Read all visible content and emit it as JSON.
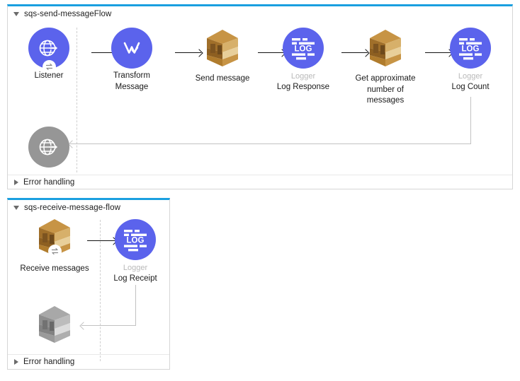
{
  "flows": [
    {
      "id": "sqs-send-messageFlow",
      "title": "sqs-send-messageFlow",
      "expanded_icon": "triangle-down-icon",
      "error_section": {
        "label": "Error handling",
        "expanded_icon": "triangle-right-icon",
        "node": {
          "icon": "globe-listener-icon",
          "state": "disabled"
        }
      },
      "nodes": [
        {
          "icon": "globe-listener-icon",
          "sub": "",
          "main": "Listener"
        },
        {
          "icon": "transform-message-icon",
          "sub": "",
          "main": "Transform Message"
        },
        {
          "icon": "aws-sqs-icon",
          "sub": "",
          "main": "Send message"
        },
        {
          "icon": "log-icon",
          "sub": "Logger",
          "main": "Log Response"
        },
        {
          "icon": "aws-sqs-icon",
          "sub": "",
          "main": "Get approximate number of messages"
        },
        {
          "icon": "log-icon",
          "sub": "Logger",
          "main": "Log Count"
        }
      ]
    },
    {
      "id": "sqs-receive-message-flow",
      "title": "sqs-receive-message-flow",
      "expanded_icon": "triangle-down-icon",
      "error_section": {
        "label": "Error handling",
        "expanded_icon": "triangle-right-icon",
        "node": {
          "icon": "aws-sqs-icon",
          "state": "disabled"
        }
      },
      "nodes": [
        {
          "icon": "aws-sqs-icon",
          "sub": "",
          "main": "Receive messages"
        },
        {
          "icon": "log-icon",
          "sub": "Logger",
          "main": "Log Receipt"
        }
      ]
    }
  ],
  "labels": {
    "listener": "Listener",
    "transform_l1": "Transform",
    "transform_l2": "Message",
    "send_message": "Send message",
    "logger": "Logger",
    "log_response": "Log Response",
    "get_approx_l1": "Get approximate",
    "get_approx_l2": "number of",
    "get_approx_l3": "messages",
    "log_count": "Log Count",
    "receive_messages": "Receive messages",
    "log_receipt": "Log Receipt",
    "error_handling": "Error handling",
    "log_glyph": "LOG"
  },
  "colors": {
    "accent_blue": "#5b63ec",
    "container_top_border": "#1a9fe0",
    "disabled_gray": "#969696",
    "aws_gold": "#c08b36",
    "sub_label_gray": "#b9b9b9",
    "connector_black": "#111111",
    "return_line_gray": "#c2c2c2"
  }
}
